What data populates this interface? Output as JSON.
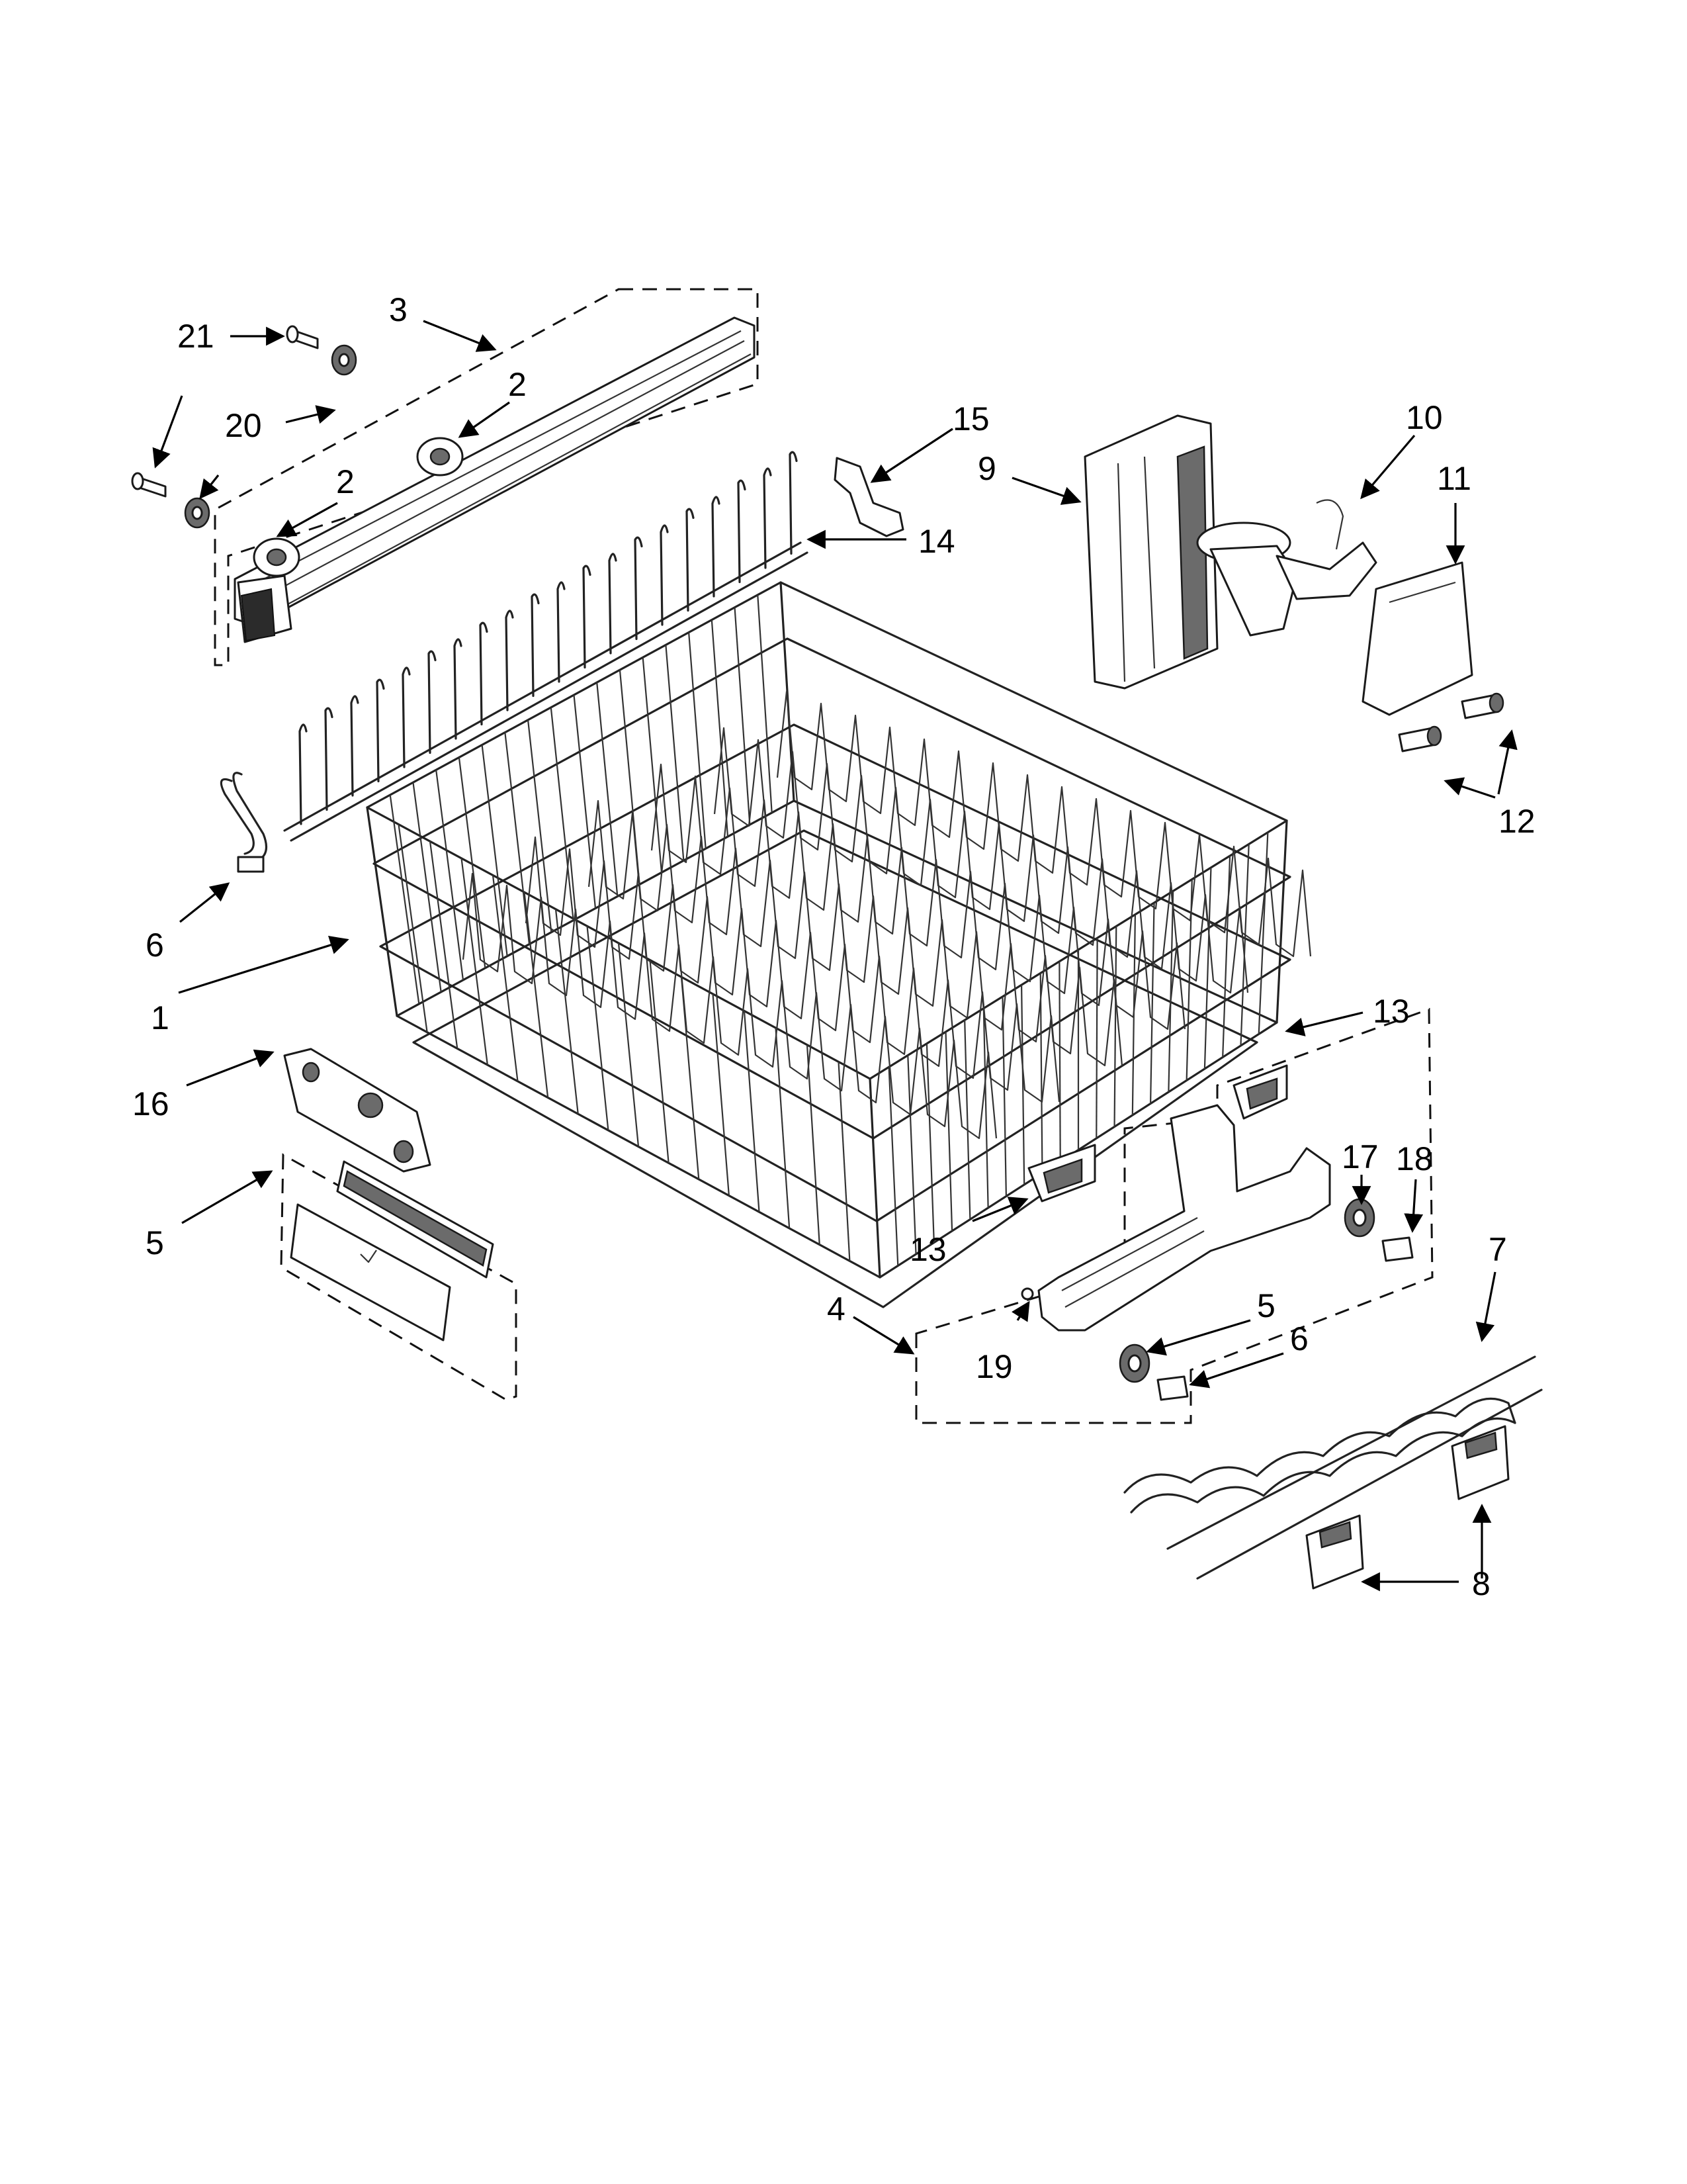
{
  "diagram": {
    "callouts": [
      {
        "id": "c3",
        "text": "3"
      },
      {
        "id": "c21",
        "text": "21"
      },
      {
        "id": "c2a",
        "text": "2"
      },
      {
        "id": "c20",
        "text": "20"
      },
      {
        "id": "c2b",
        "text": "2"
      },
      {
        "id": "c15",
        "text": "15"
      },
      {
        "id": "c9",
        "text": "9"
      },
      {
        "id": "c10",
        "text": "10"
      },
      {
        "id": "c11",
        "text": "11"
      },
      {
        "id": "c14",
        "text": "14"
      },
      {
        "id": "c12",
        "text": "12"
      },
      {
        "id": "c6a",
        "text": "6"
      },
      {
        "id": "c1",
        "text": "1"
      },
      {
        "id": "c13a",
        "text": "13"
      },
      {
        "id": "c16",
        "text": "16"
      },
      {
        "id": "c17",
        "text": "17"
      },
      {
        "id": "c18",
        "text": "18"
      },
      {
        "id": "c5a",
        "text": "5"
      },
      {
        "id": "c13b",
        "text": "13"
      },
      {
        "id": "c7",
        "text": "7"
      },
      {
        "id": "c4",
        "text": "4"
      },
      {
        "id": "c5b",
        "text": "5"
      },
      {
        "id": "c19",
        "text": "19"
      },
      {
        "id": "c6b",
        "text": "6"
      },
      {
        "id": "c8",
        "text": "8"
      }
    ]
  }
}
